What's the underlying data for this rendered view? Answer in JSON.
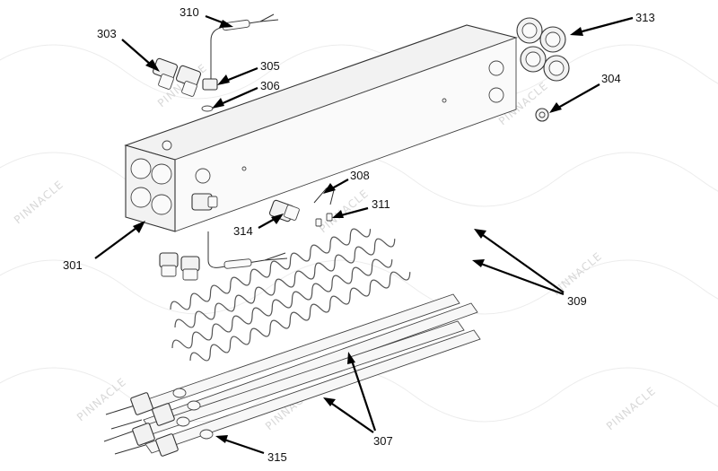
{
  "diagram": {
    "watermark": "PINNACLE",
    "callouts": [
      "301",
      "303",
      "304",
      "305",
      "306",
      "307",
      "308",
      "309",
      "310",
      "311",
      "313",
      "314",
      "315"
    ]
  }
}
